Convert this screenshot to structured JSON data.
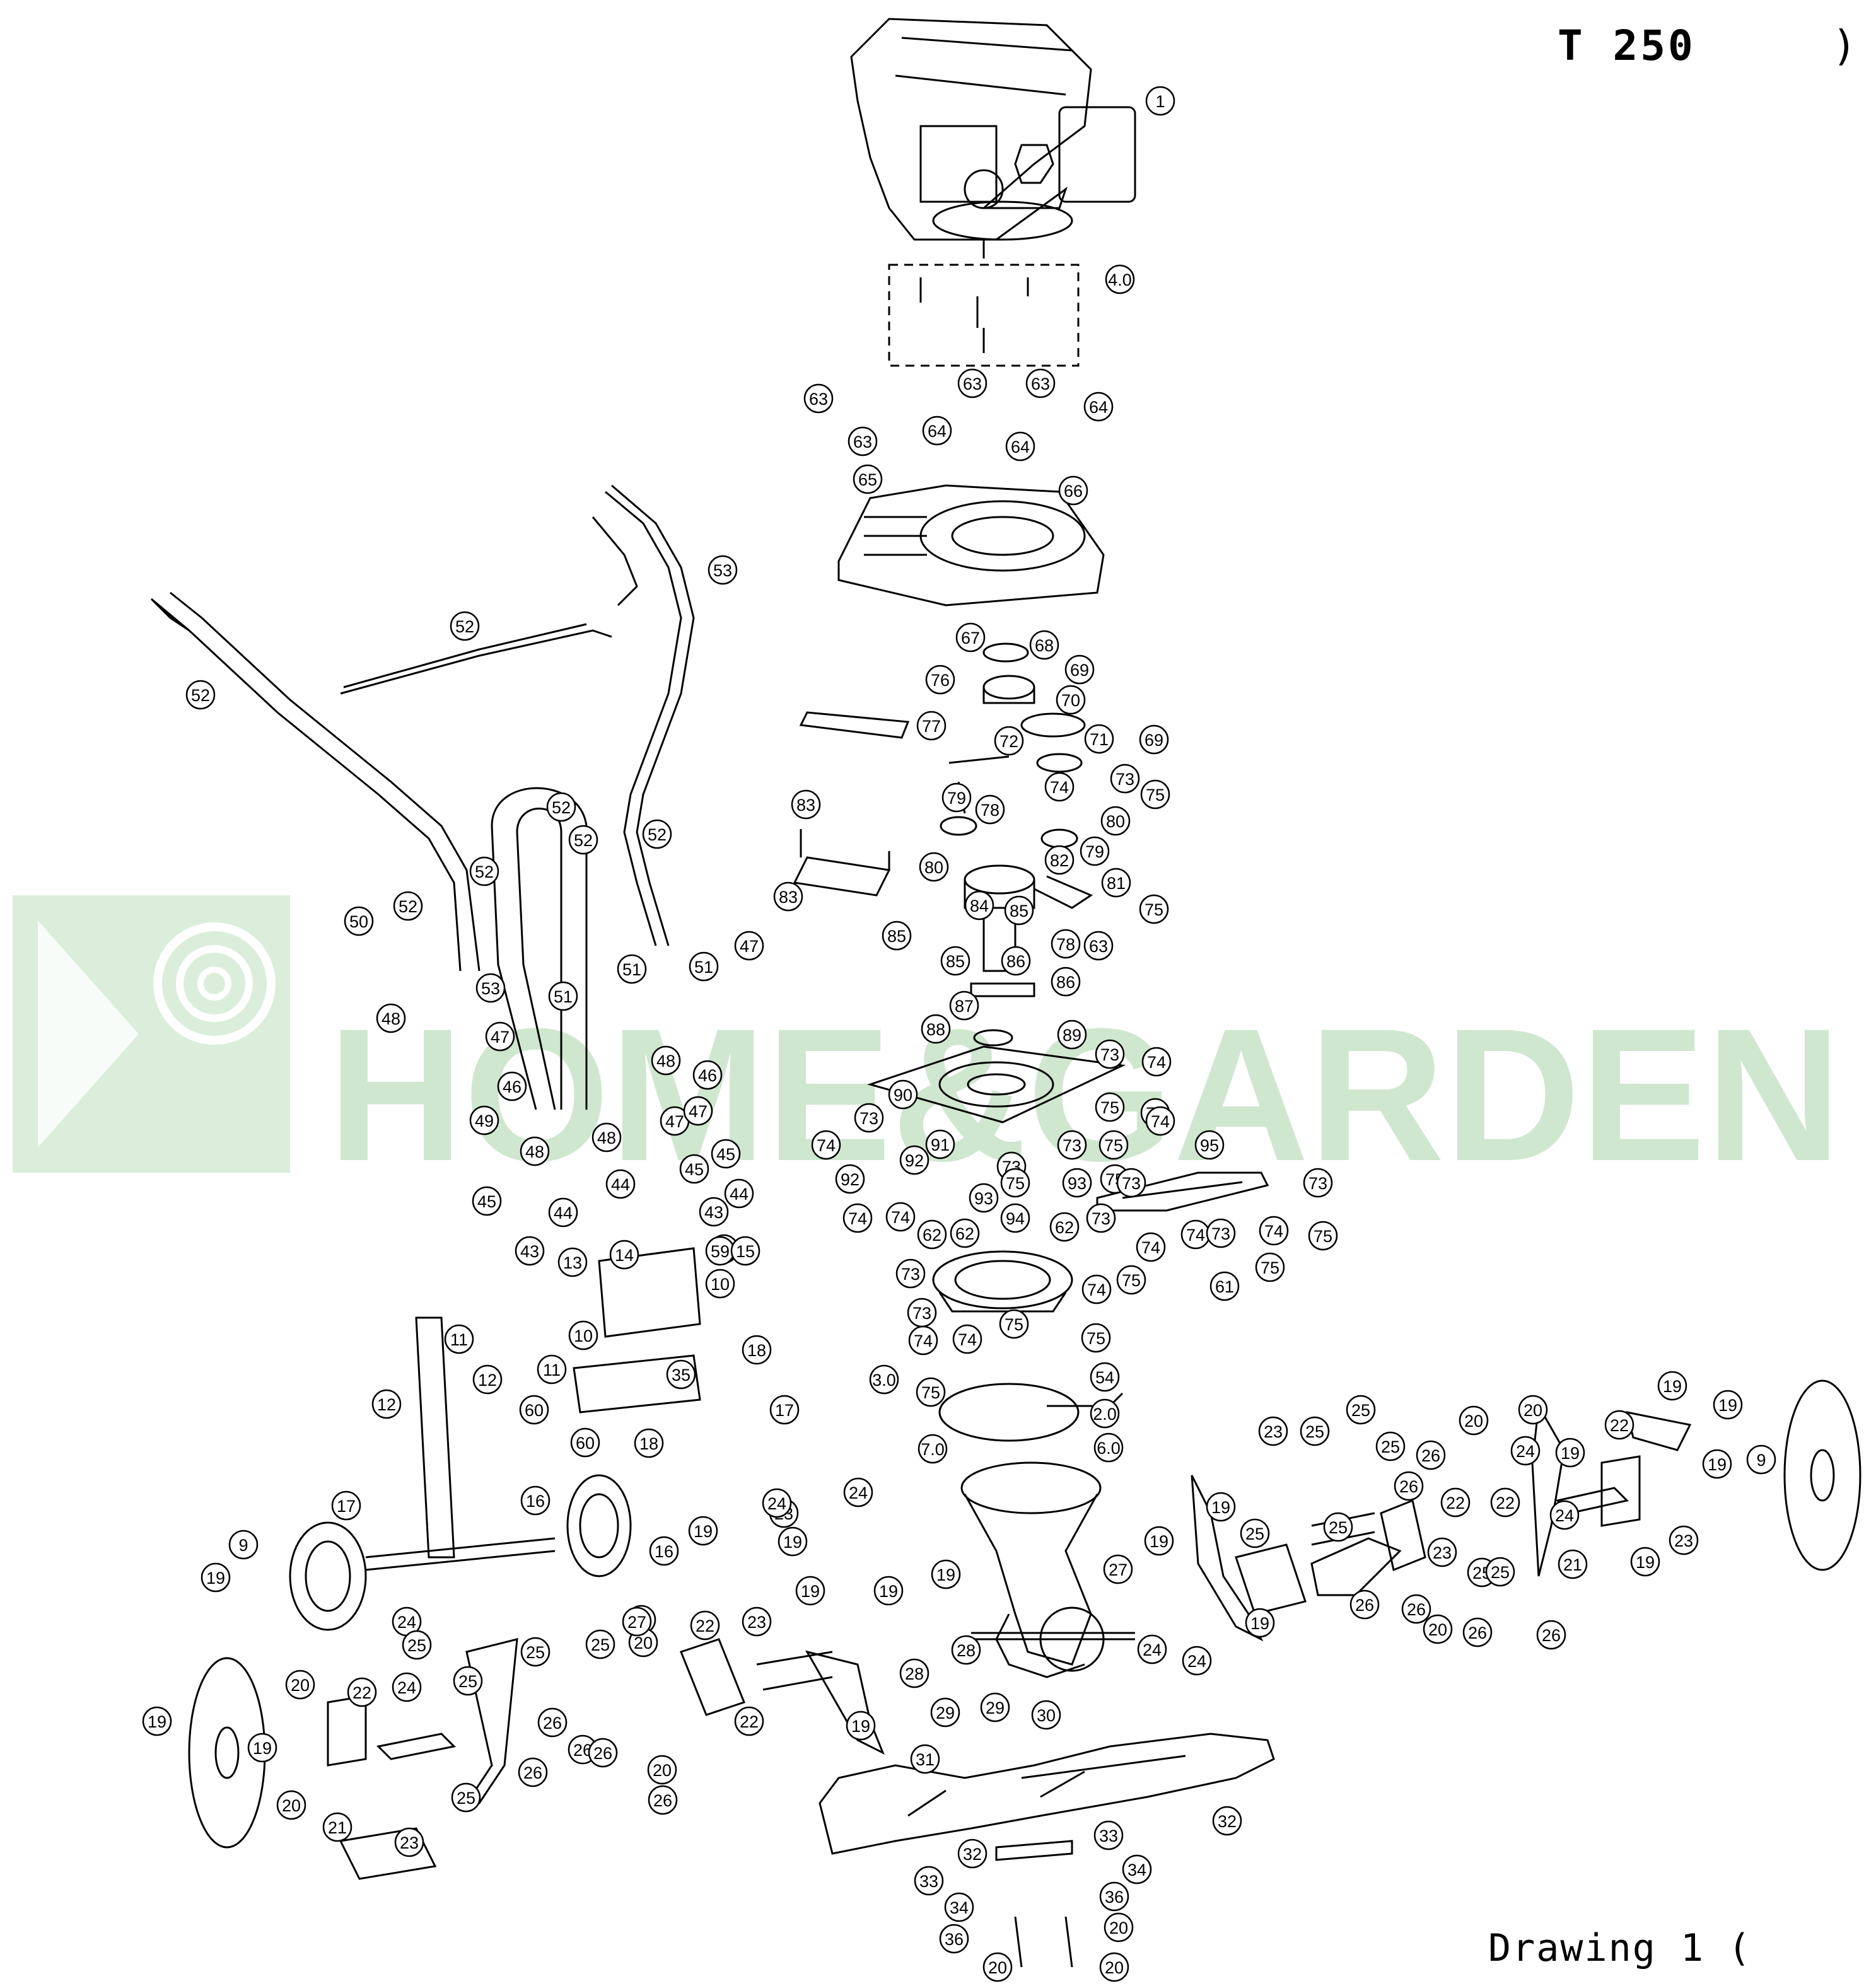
{
  "header": {
    "model": "T 250",
    "model_tail": ")"
  },
  "footer": {
    "drawing_label": "Drawing 1",
    "drawing_tail": "("
  },
  "watermark": {
    "text": "HOME&GARDEN",
    "color": "#cfe7cf"
  },
  "callouts": [
    "1",
    "4.0",
    "63",
    "63",
    "63",
    "63",
    "64",
    "64",
    "64",
    "65",
    "66",
    "67",
    "68",
    "69",
    "70",
    "71",
    "72",
    "69",
    "73",
    "74",
    "75",
    "76",
    "77",
    "78",
    "79",
    "80",
    "79",
    "80",
    "81",
    "82",
    "83",
    "83",
    "84",
    "85",
    "85",
    "85",
    "86",
    "86",
    "87",
    "75",
    "78",
    "63",
    "88",
    "89",
    "73",
    "74",
    "90",
    "73",
    "75",
    "73",
    "74",
    "91",
    "92",
    "92",
    "73",
    "74",
    "75",
    "74",
    "73",
    "75",
    "93",
    "93",
    "94",
    "95",
    "73",
    "75",
    "74",
    "62",
    "62",
    "62",
    "73",
    "74",
    "75",
    "74",
    "73",
    "74",
    "75",
    "75",
    "61",
    "73",
    "73",
    "73",
    "74",
    "74",
    "74",
    "75",
    "75",
    "3.0",
    "2.0",
    "75",
    "6.0",
    "7.0",
    "54",
    "53",
    "52",
    "52",
    "52",
    "52",
    "52",
    "52",
    "52",
    "53",
    "51",
    "51",
    "51",
    "50",
    "47",
    "48",
    "47",
    "48",
    "46",
    "46",
    "49",
    "47",
    "48",
    "48",
    "47",
    "45",
    "45",
    "45",
    "44",
    "44",
    "44",
    "43",
    "43",
    "43",
    "59",
    "14",
    "13",
    "15",
    "10",
    "11",
    "12",
    "12",
    "10",
    "11",
    "35",
    "60",
    "60",
    "18",
    "18",
    "17",
    "17",
    "16",
    "16",
    "9",
    "19",
    "19",
    "19",
    "19",
    "20",
    "20",
    "21",
    "22",
    "23",
    "24",
    "24",
    "25",
    "25",
    "25",
    "25",
    "25",
    "26",
    "26",
    "26",
    "26",
    "26",
    "26",
    "20",
    "20",
    "27",
    "22",
    "22",
    "23",
    "23",
    "24",
    "24",
    "19",
    "19",
    "19",
    "19",
    "19",
    "28",
    "28",
    "29",
    "29",
    "30",
    "31",
    "32",
    "32",
    "33",
    "33",
    "34",
    "34",
    "36",
    "36",
    "20",
    "20",
    "20",
    "19",
    "19",
    "19",
    "19",
    "27",
    "24",
    "24",
    "25",
    "25",
    "26",
    "26",
    "26",
    "22",
    "22",
    "23",
    "23",
    "25",
    "25",
    "25",
    "26",
    "26",
    "26",
    "25",
    "25",
    "20",
    "20",
    "20",
    "24",
    "24",
    "21",
    "22",
    "23",
    "19",
    "19",
    "19",
    "19",
    "9"
  ]
}
